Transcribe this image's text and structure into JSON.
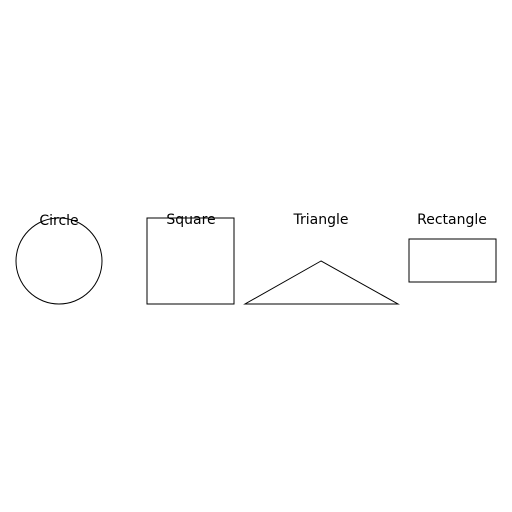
{
  "shapes": [
    {
      "type": "circle",
      "label": "Circle"
    },
    {
      "type": "square",
      "label": "Square"
    },
    {
      "type": "triangle",
      "label": "Triangle"
    },
    {
      "type": "rectangle",
      "label": "Rectangle"
    }
  ],
  "colors": {
    "background": "#ffffff",
    "stroke": "#000000",
    "text": "#000000"
  }
}
